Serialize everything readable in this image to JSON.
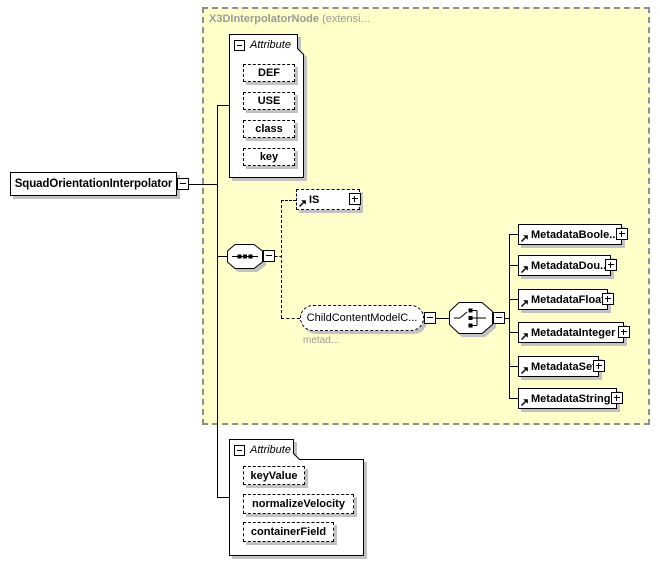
{
  "diagram": {
    "root": {
      "label": "SquadOrientationInterpolator"
    },
    "base_type": {
      "name": "X3DInterpolatorNode",
      "suffix": "(extensi..."
    },
    "top_attributes": {
      "header": "Attribute",
      "items": [
        "DEF",
        "USE",
        "class",
        "key"
      ]
    },
    "is_element": {
      "label": "IS"
    },
    "child_content_model": {
      "label": "ChildContentModelC...",
      "note": "metad..."
    },
    "metadata": {
      "items": [
        "MetadataBoole...",
        "MetadataDou...",
        "MetadataFloat",
        "MetadataInteger",
        "MetadataSet",
        "MetadataString"
      ]
    },
    "bottom_attributes": {
      "header": "Attribute",
      "items": [
        "keyValue",
        "normalizeVelocity",
        "containerField"
      ]
    },
    "icons": {
      "collapse": "minus-box",
      "expand": "plus-box",
      "sequence": "sequence-compositor",
      "choice": "choice-compositor",
      "reference": "arrow-north-east"
    }
  },
  "colors": {
    "container_bg": "#ffffc9",
    "container_border": "#8f8f8f",
    "muted_text": "#9b9b9b",
    "shadow": "#c2c2c2",
    "line": "#000000"
  }
}
